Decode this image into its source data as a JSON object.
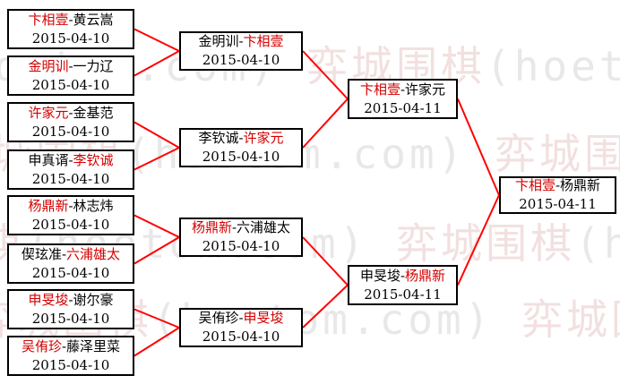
{
  "title": "tournament-bracket",
  "colors": {
    "winner_red": "#d40000",
    "loser_black": "#000000",
    "line_red": "#ff0000",
    "box_border": "#000000",
    "watermark_gray": "#e8e8e8",
    "watermark_pink": "#f2e0e0"
  },
  "watermark": {
    "cn_text": "弈城围棋",
    "en_text": "(hoetom.com)"
  },
  "rounds": [
    {
      "name": "round-of-16",
      "matches": [
        {
          "left": "卞相壹",
          "right": "黄云嵩",
          "winner": "left",
          "date": "2015-04-10"
        },
        {
          "left": "金明训",
          "right": "一力辽",
          "winner": "left",
          "date": "2015-04-10"
        },
        {
          "left": "许家元",
          "right": "金基范",
          "winner": "left",
          "date": "2015-04-10"
        },
        {
          "left": "申真谞",
          "right": "李钦诚",
          "winner": "right",
          "date": "2015-04-10"
        },
        {
          "left": "杨鼎新",
          "right": "林志炜",
          "winner": "left",
          "date": "2015-04-10"
        },
        {
          "left": "偰玹准",
          "right": "六浦雄太",
          "winner": "right",
          "date": "2015-04-10"
        },
        {
          "left": "申旻埈",
          "right": "谢尔豪",
          "winner": "left",
          "date": "2015-04-10"
        },
        {
          "left": "吴侑珍",
          "right": "藤泽里菜",
          "winner": "left",
          "date": "2015-04-10"
        }
      ]
    },
    {
      "name": "quarterfinals",
      "matches": [
        {
          "left": "金明训",
          "right": "卞相壹",
          "winner": "right",
          "date": "2015-04-10"
        },
        {
          "left": "李钦诚",
          "right": "许家元",
          "winner": "right",
          "date": "2015-04-10"
        },
        {
          "left": "杨鼎新",
          "right": "六浦雄太",
          "winner": "left",
          "date": "2015-04-10"
        },
        {
          "left": "吴侑珍",
          "right": "申旻埈",
          "winner": "right",
          "date": "2015-04-10"
        }
      ]
    },
    {
      "name": "semifinals",
      "matches": [
        {
          "left": "卞相壹",
          "right": "许家元",
          "winner": "left",
          "date": "2015-04-11"
        },
        {
          "left": "申旻埈",
          "right": "杨鼎新",
          "winner": "right",
          "date": "2015-04-11"
        }
      ]
    },
    {
      "name": "final",
      "matches": [
        {
          "left": "卞相壹",
          "right": "杨鼎新",
          "winner": "left",
          "date": "2015-04-11"
        }
      ]
    }
  ]
}
